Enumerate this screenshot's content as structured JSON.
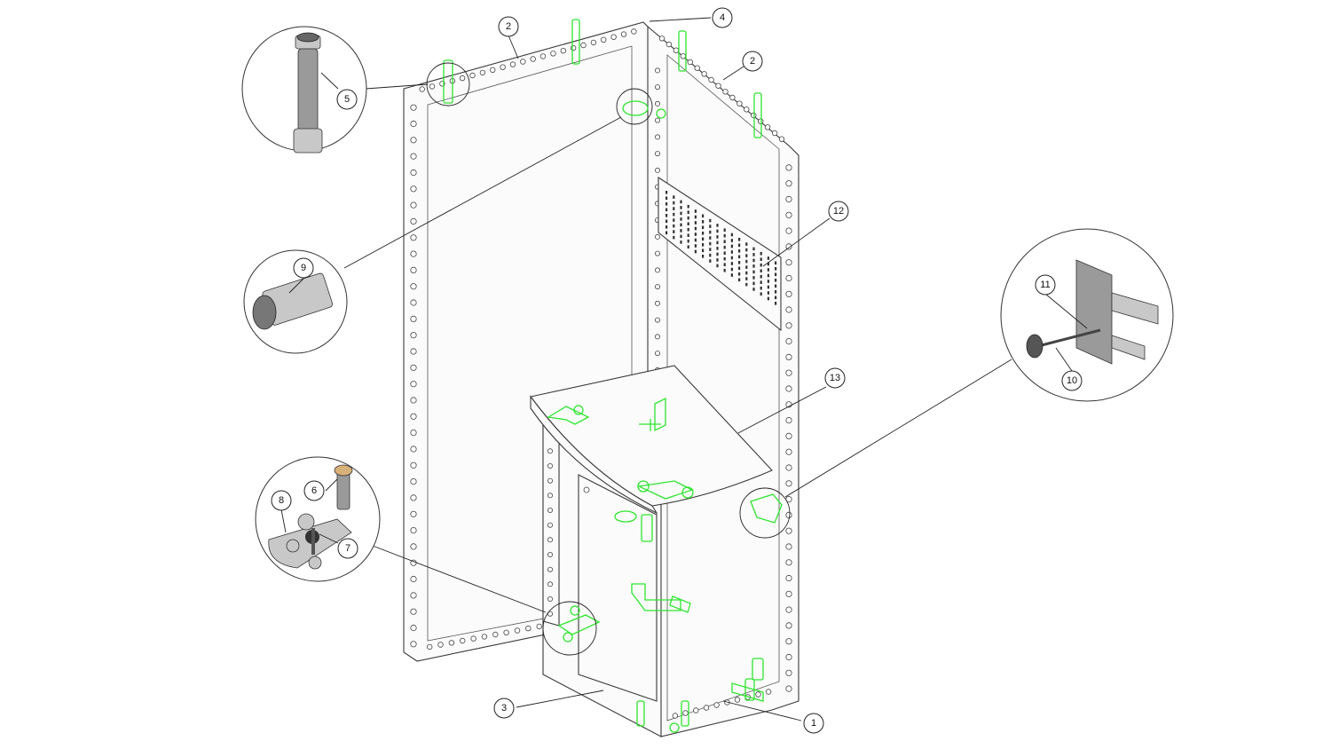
{
  "diagram": {
    "callouts": [
      {
        "id": "c1",
        "label": "1"
      },
      {
        "id": "c2a",
        "label": "2"
      },
      {
        "id": "c2b",
        "label": "2"
      },
      {
        "id": "c3",
        "label": "3"
      },
      {
        "id": "c4",
        "label": "4"
      },
      {
        "id": "c5",
        "label": "5"
      },
      {
        "id": "c6",
        "label": "6"
      },
      {
        "id": "c7",
        "label": "7"
      },
      {
        "id": "c8",
        "label": "8"
      },
      {
        "id": "c9",
        "label": "9"
      },
      {
        "id": "c10",
        "label": "10"
      },
      {
        "id": "c11",
        "label": "11"
      },
      {
        "id": "c12",
        "label": "12"
      },
      {
        "id": "c13",
        "label": "13"
      }
    ],
    "colors": {
      "hardware_highlight": "#2ee52e",
      "frame_fill": "#fbfbfb",
      "line": "#222222",
      "background": "#ffffff"
    }
  }
}
